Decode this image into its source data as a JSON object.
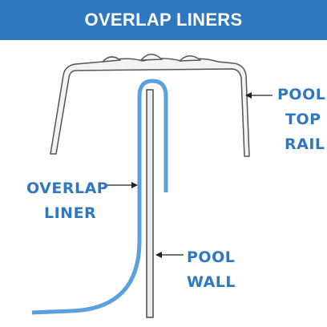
{
  "header": {
    "title": "OVERLAP LINERS"
  },
  "labels": {
    "top_rail": [
      "POOL",
      "TOP",
      "RAIL"
    ],
    "liner": [
      "OVERLAP",
      "LINER"
    ],
    "wall": [
      "POOL",
      "WALL"
    ]
  },
  "colors": {
    "header_bg": "#2f78bf",
    "header_text": "#ffffff",
    "label_text": "#2f78bf",
    "liner_fill": "#5aa0dc",
    "liner_stroke": "#2f78bf",
    "wall_fill": "#ededed",
    "wall_stroke": "#4a4a4a",
    "rail_fill": "#f3f3f3",
    "rail_stroke": "#555555",
    "arrow": "#222222"
  },
  "icons": {
    "arrow": "arrow-left-icon"
  }
}
